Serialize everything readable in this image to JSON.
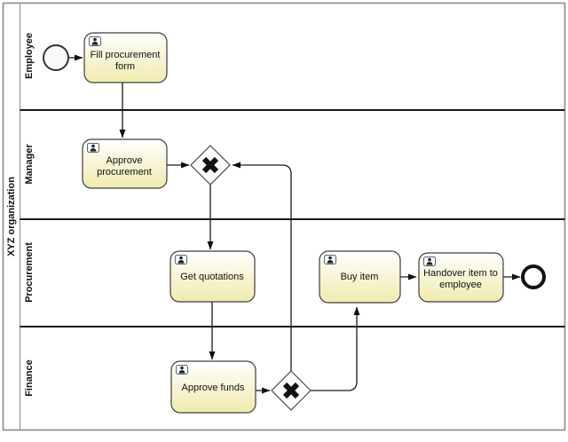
{
  "pool": {
    "label": "XYZ organization"
  },
  "lanes": [
    {
      "label": "Employee"
    },
    {
      "label": "Manager"
    },
    {
      "label": "Procurement"
    },
    {
      "label": "Finance"
    }
  ],
  "tasks": [
    {
      "id": "fill-procurement-form",
      "type": "user-task",
      "lines": [
        "Fill procurement",
        "form"
      ]
    },
    {
      "id": "approve-procurement",
      "type": "user-task",
      "lines": [
        "Approve",
        "procurement"
      ]
    },
    {
      "id": "get-quotations",
      "type": "user-task",
      "lines": [
        "Get quotations"
      ]
    },
    {
      "id": "buy-item",
      "type": "user-task",
      "lines": [
        "Buy item"
      ]
    },
    {
      "id": "handover-item",
      "type": "user-task",
      "lines": [
        "Handover item to",
        "employee"
      ]
    },
    {
      "id": "approve-funds",
      "type": "user-task",
      "lines": [
        "Approve funds"
      ]
    }
  ],
  "events": [
    {
      "id": "start-event",
      "type": "start"
    },
    {
      "id": "end-event",
      "type": "end"
    }
  ],
  "gateways": [
    {
      "id": "gateway-procurement-decision",
      "type": "exclusive-xor"
    },
    {
      "id": "gateway-funds-decision",
      "type": "exclusive-xor"
    }
  ],
  "icons": {
    "task_marker": "user-task-icon"
  },
  "colors": {
    "task_fill_top": "#ffffff",
    "task_fill_bottom": "#f0ebae",
    "task_stroke": "#3d3d3d",
    "flow_stroke": "#1a1a1a",
    "pool_stroke": "#8a8a8a",
    "lane_separator": "#1a1a1a",
    "event_fill": "#f7f9fb"
  }
}
